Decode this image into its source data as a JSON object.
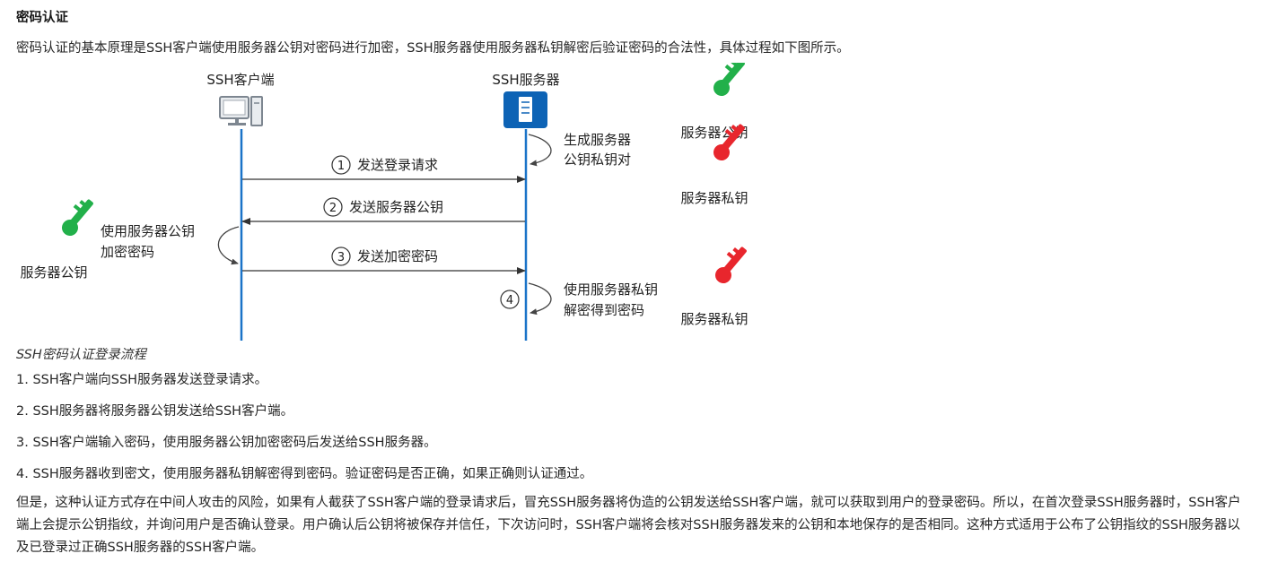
{
  "heading": "密码认证",
  "intro": "密码认证的基本原理是SSH客户端使用服务器公钥对密码进行加密，SSH服务器使用服务器私钥解密后验证密码的合法性，具体过程如下图所示。",
  "diagram": {
    "client_label": "SSH客户端",
    "server_label": "SSH服务器",
    "server_gen_line1": "生成服务器",
    "server_gen_line2": "公钥私钥对",
    "public_key_label": "服务器公钥",
    "private_key_label": "服务器私钥",
    "msg1_num": "1",
    "msg1": "发送登录请求",
    "msg2_num": "2",
    "msg2": "发送服务器公钥",
    "client_encrypt_line1": "使用服务器公钥",
    "client_encrypt_line2": "加密密码",
    "client_key_label": "服务器公钥",
    "msg3_num": "3",
    "msg3": "发送加密密码",
    "step4_num": "4",
    "server_decrypt_line1": "使用服务器私钥",
    "server_decrypt_line2": "解密得到密码",
    "private_key_label2": "服务器私钥",
    "colors": {
      "lifeline": "#1a73c8",
      "arrow": "#333333",
      "public_key": "#22b04a",
      "private_key": "#e8262d",
      "server_icon": "#0d63b5"
    }
  },
  "caption": "SSH密码认证登录流程",
  "steps": [
    "1. SSH客户端向SSH服务器发送登录请求。",
    "2. SSH服务器将服务器公钥发送给SSH客户端。",
    "3. SSH客户端输入密码，使用服务器公钥加密密码后发送给SSH服务器。",
    "4. SSH服务器收到密文，使用服务器私钥解密得到密码。验证密码是否正确，如果正确则认证通过。"
  ],
  "paragraph": "但是，这种认证方式存在中间人攻击的风险，如果有人截获了SSH客户端的登录请求后，冒充SSH服务器将伪造的公钥发送给SSH客户端，就可以获取到用户的登录密码。所以，在首次登录SSH服务器时，SSH客户端上会提示公钥指纹，并询问用户是否确认登录。用户确认后公钥将被保存并信任，下次访问时，SSH客户端将会核对SSH服务器发来的公钥和本地保存的是否相同。这种方式适用于公布了公钥指纹的SSH服务器以及已登录过正确SSH服务器的SSH客户端。"
}
